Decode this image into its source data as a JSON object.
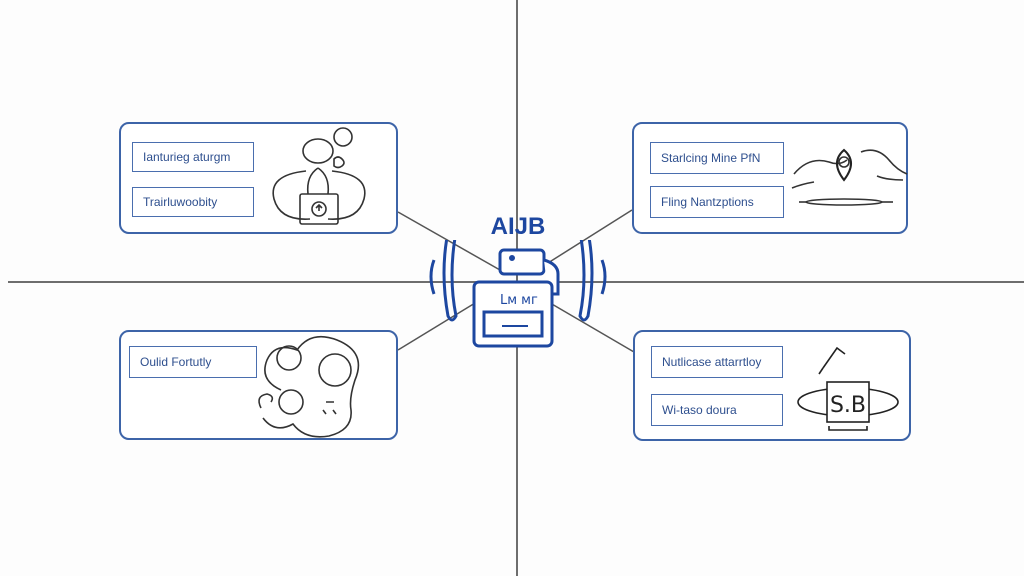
{
  "diagram": {
    "hub": {
      "title": "AIJB",
      "icon": "document-printer-icon",
      "icon_text": "Lм мг"
    },
    "cards": [
      {
        "position": "top-left",
        "labels": [
          "Ianturieg aturgm",
          "Trairluwoobity"
        ],
        "icon": "cloud-lock-icon"
      },
      {
        "position": "top-right",
        "labels": [
          "Starlcing Mine PfN",
          "Fling Nantzptions"
        ],
        "icon": "map-pin-icon"
      },
      {
        "position": "bottom-left",
        "labels": [
          "Oulid Fortutly"
        ],
        "icon": "bubbles-icon"
      },
      {
        "position": "bottom-right",
        "labels": [
          "Nutlicase attarrtloy",
          "Wi-taso doura"
        ],
        "icon": "sb-badge-icon",
        "icon_text": "S.B"
      }
    ],
    "colors": {
      "accent": "#1d47a0",
      "border": "#3d64a8",
      "axis": "#6e6e6e"
    }
  }
}
